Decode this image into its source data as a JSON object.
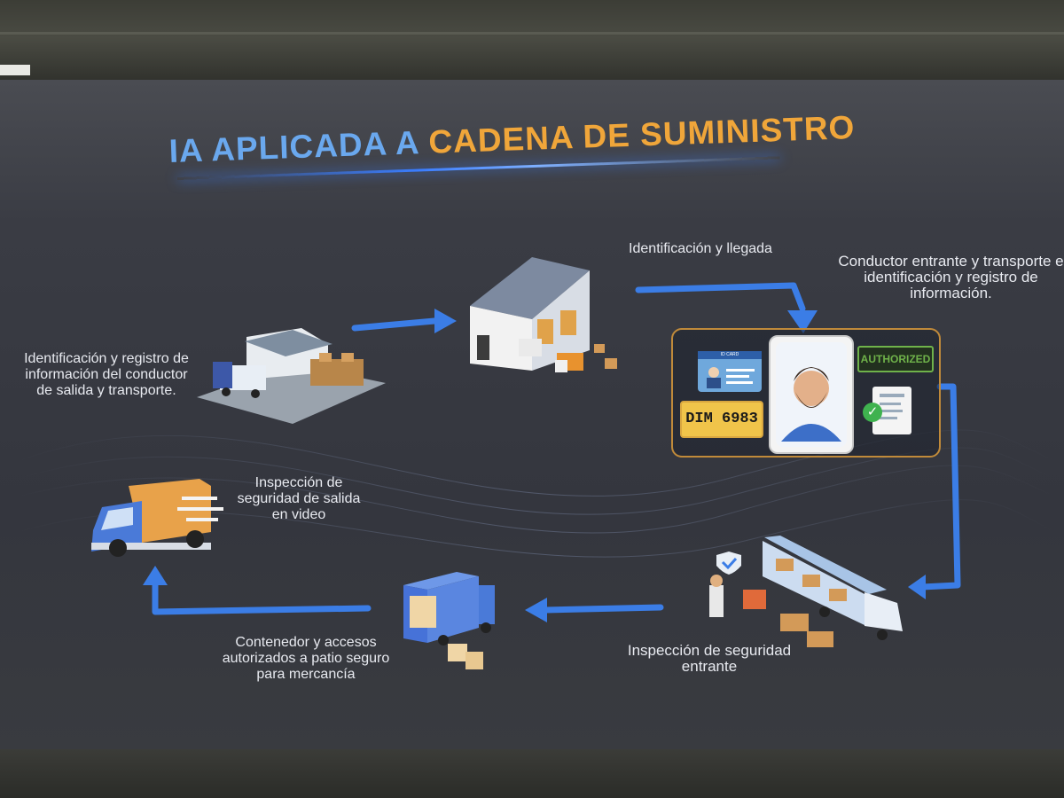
{
  "slide": {
    "title_part1": "IA APLICADA A",
    "title_part2": "CADENA DE SUMINISTRO"
  },
  "steps": {
    "arrival": "Identificación y llegada",
    "incoming_driver": "Conductor entrante y transporte e identificación y registro de información.",
    "incoming_inspection": "Inspección de seguridad entrante",
    "container_access": "Contenedor y accesos autorizados a patio seguro para mercancía",
    "exit_video_inspection": "Inspección de seguridad de salida en video",
    "exit_driver": "Identificación y registro de información del conductor de salida y transporte."
  },
  "id_panel": {
    "plate": "DIM 6983",
    "status_badge": "AUTHORIZED",
    "id_card_header": "ID CARD"
  },
  "colors": {
    "title_blue": "#6aa8ee",
    "title_orange": "#f0a63a",
    "flow_arrow": "#3b7de6",
    "panel_border": "#c08a3a",
    "authorized_green": "#6fb24a"
  },
  "icons": [
    "warehouse-icon",
    "warehouse-with-trucks-icon",
    "driver-avatar-icon",
    "truck-trailer-icon",
    "box-truck-icon",
    "delivery-truck-icon",
    "shield-check-icon",
    "checkmark-icon",
    "document-icon"
  ]
}
